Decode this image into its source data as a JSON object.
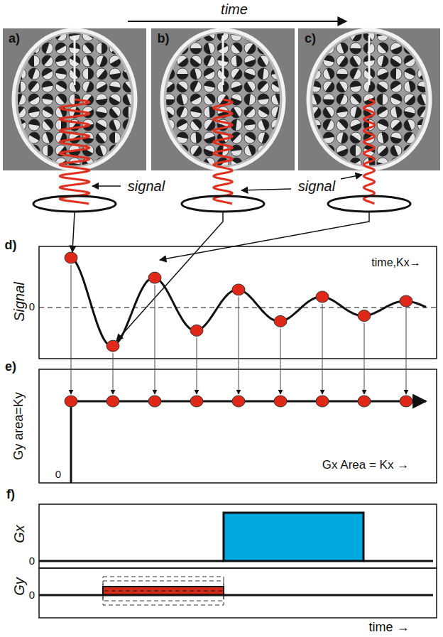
{
  "diagram": {
    "labels": [
      "time",
      "a)",
      "b)",
      "c)",
      "signal",
      "signal",
      "d)",
      "Signal",
      "0",
      "time,Kx→",
      "e)",
      "Gy area=Ky",
      "0",
      "Gx Area = Kx →",
      "f)",
      "Gx",
      "0",
      "Gy",
      "0",
      "time →"
    ]
  }
}
